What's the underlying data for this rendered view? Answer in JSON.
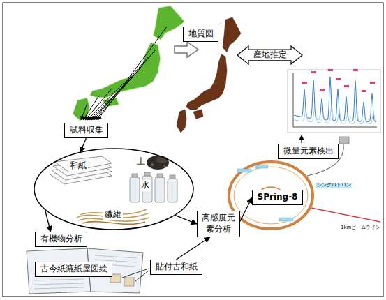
{
  "diagram": {
    "nodes": [
      {
        "text": [
          "試料収集"
        ]
      },
      {
        "text": [
          "地質図"
        ]
      },
      {
        "text": [
          "産地推定"
        ]
      },
      {
        "text": [
          "微量元素検出"
        ]
      },
      {
        "text": [
          "和紙",
          "土",
          "水",
          "繊維"
        ]
      },
      {
        "text": [
          "有機物分析"
        ]
      },
      {
        "text": [
          "古今紙漉紙屋図絵"
        ]
      },
      {
        "text": [
          "貼付古和紙"
        ]
      },
      {
        "text": [
          "高感度元素分析"
        ]
      },
      {
        "text": [
          "SPring-8"
        ]
      }
    ],
    "edges": [
      {
        "from": 0,
        "to": 4,
        "arrow": "to"
      },
      {
        "from": 4,
        "to": 5,
        "arrow": "to"
      },
      {
        "from": 4,
        "to": 8,
        "arrow": "to"
      },
      {
        "from": 7,
        "to": 8,
        "arrow": "to"
      },
      {
        "from": 8,
        "to": 9,
        "arrow": "to"
      }
    ],
    "labels": [
      "シンクロトロン",
      "1kmビームライン"
    ]
  }
}
